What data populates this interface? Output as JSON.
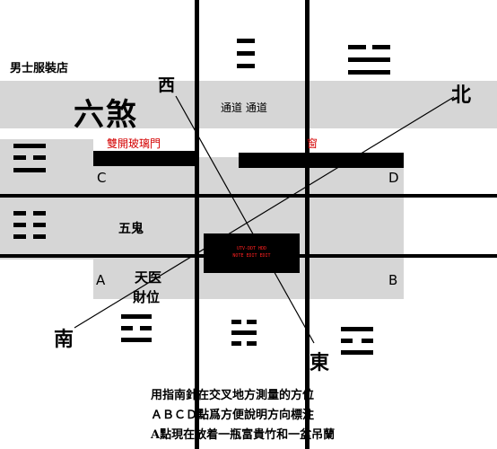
{
  "labels": {
    "store": "男士服裝店",
    "title": "六煞",
    "west": "西",
    "north": "北",
    "south": "南",
    "east": "東",
    "corridor": "通道 通道",
    "glass_door": "雙開玻璃門",
    "window": "窗",
    "wugui": "五鬼",
    "tianyi": "天医",
    "caiwei": "財位"
  },
  "corners": {
    "a": "A",
    "b": "B",
    "c": "C",
    "d": "D"
  },
  "desk": {
    "line1": "UTV-DDT HDD",
    "line2": "NOTE EDIT EDIT"
  },
  "notes": [
    "用指南針在交叉地方測量的方位",
    "ＡＢＣＤ點爲方便說明方向標注",
    "A點現在放着一瓶富貴竹和一盆吊蘭"
  ],
  "colors": {
    "band": "#d6d6d6",
    "red_text": "#d40000",
    "lines": "#000000"
  },
  "trigrams": [
    {
      "id": "top-center",
      "icon": "trigram-qian-icon",
      "lines": [
        "solid",
        "solid",
        "solid"
      ]
    },
    {
      "id": "top-right",
      "icon": "trigram-dui-icon",
      "lines": [
        "broken",
        "solid",
        "solid"
      ]
    },
    {
      "id": "left-upper",
      "icon": "trigram-icon",
      "lines": [
        "solid",
        "broken",
        "solid"
      ]
    },
    {
      "id": "left-lower",
      "icon": "trigram-icon",
      "lines": [
        "broken",
        "broken",
        "broken"
      ]
    },
    {
      "id": "bottom-left",
      "icon": "trigram-icon",
      "lines": [
        "solid",
        "broken",
        "solid"
      ]
    },
    {
      "id": "bottom-center",
      "icon": "trigram-icon",
      "lines": [
        "broken",
        "solid",
        "broken"
      ]
    },
    {
      "id": "bottom-right",
      "icon": "trigram-icon",
      "lines": [
        "solid",
        "broken",
        "solid"
      ]
    }
  ]
}
